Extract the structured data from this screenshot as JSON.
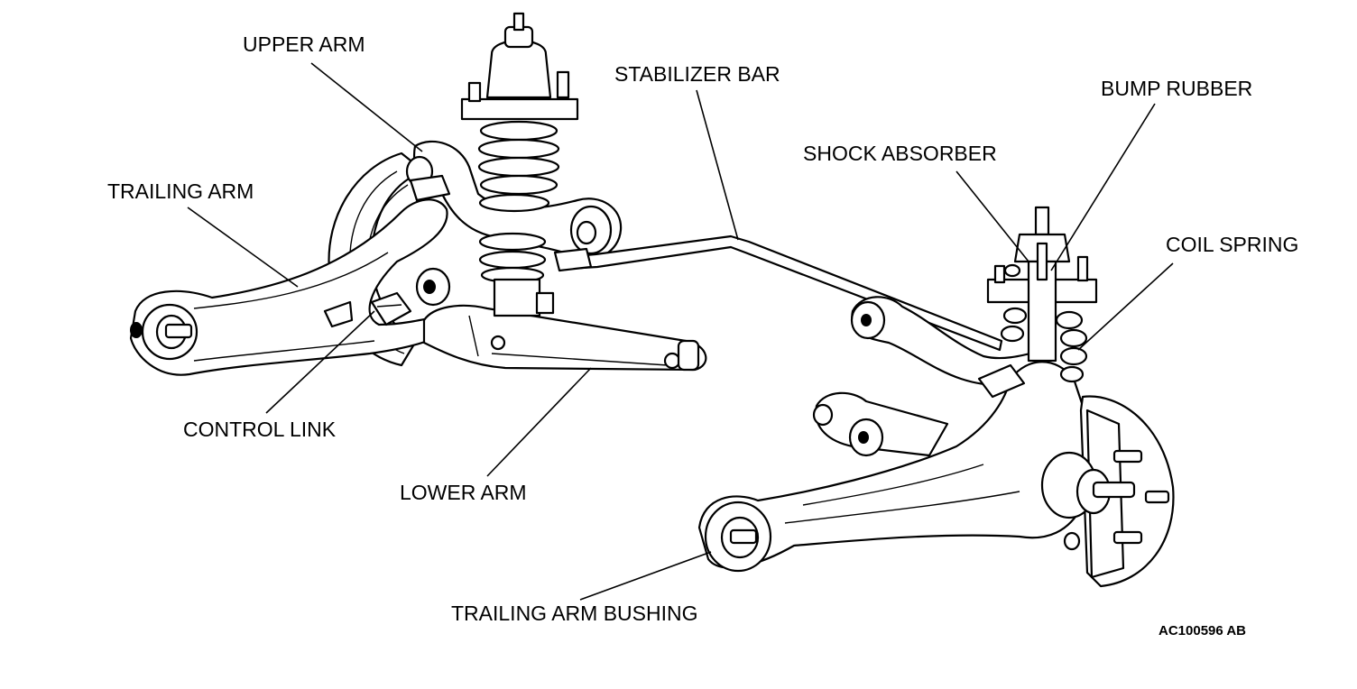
{
  "labels": {
    "upper_arm": "UPPER ARM",
    "stabilizer_bar": "STABILIZER BAR",
    "bump_rubber": "BUMP RUBBER",
    "shock_absorber": "SHOCK ABSORBER",
    "trailing_arm": "TRAILING ARM",
    "coil_spring": "COIL SPRING",
    "control_link": "CONTROL LINK",
    "lower_arm": "LOWER ARM",
    "trailing_arm_bushing": "TRAILING ARM BUSHING"
  },
  "figure_code": "AC100596 AB"
}
